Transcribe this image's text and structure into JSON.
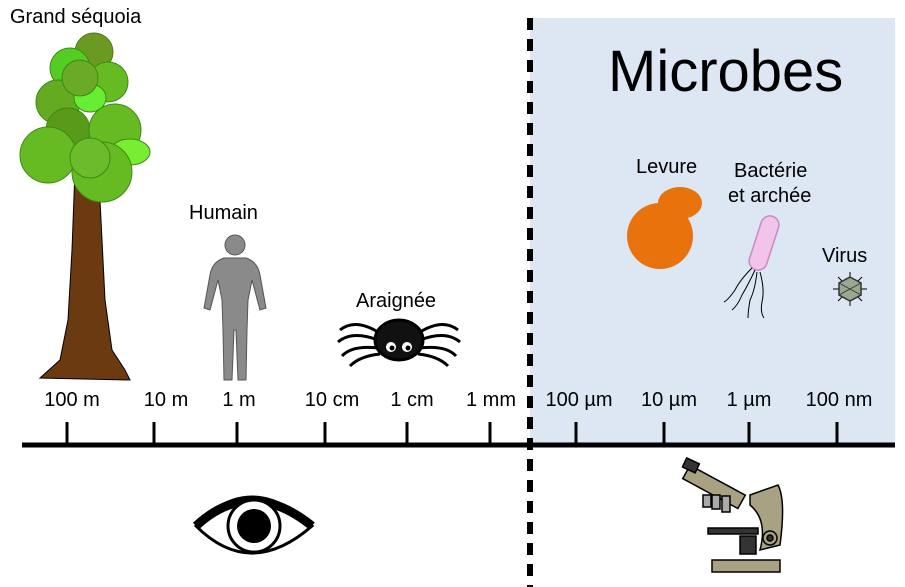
{
  "microbes_title": "Microbes",
  "organisms": {
    "sequoia": "Grand séquoia",
    "human": "Humain",
    "spider": "Araignée",
    "yeast": "Levure",
    "bacteria_line1": "Bactérie",
    "bacteria_line2": "et archée",
    "virus": "Virus"
  },
  "scale_ticks": [
    "100 m",
    "10 m",
    "1 m",
    "10 cm",
    "1 cm",
    "1 mm",
    "100 µm",
    "10 µm",
    "1 µm",
    "100 nm"
  ],
  "icons": {
    "eye": "eye-icon",
    "microscope": "microscope-icon"
  },
  "colors": {
    "microbe_panel": "#dde6f3",
    "tree_leaves": "#66bb22",
    "tree_trunk": "#6b3a10",
    "yeast": "#e8720c",
    "bacteria": "#f2c4ec",
    "virus": "#9aa890"
  }
}
